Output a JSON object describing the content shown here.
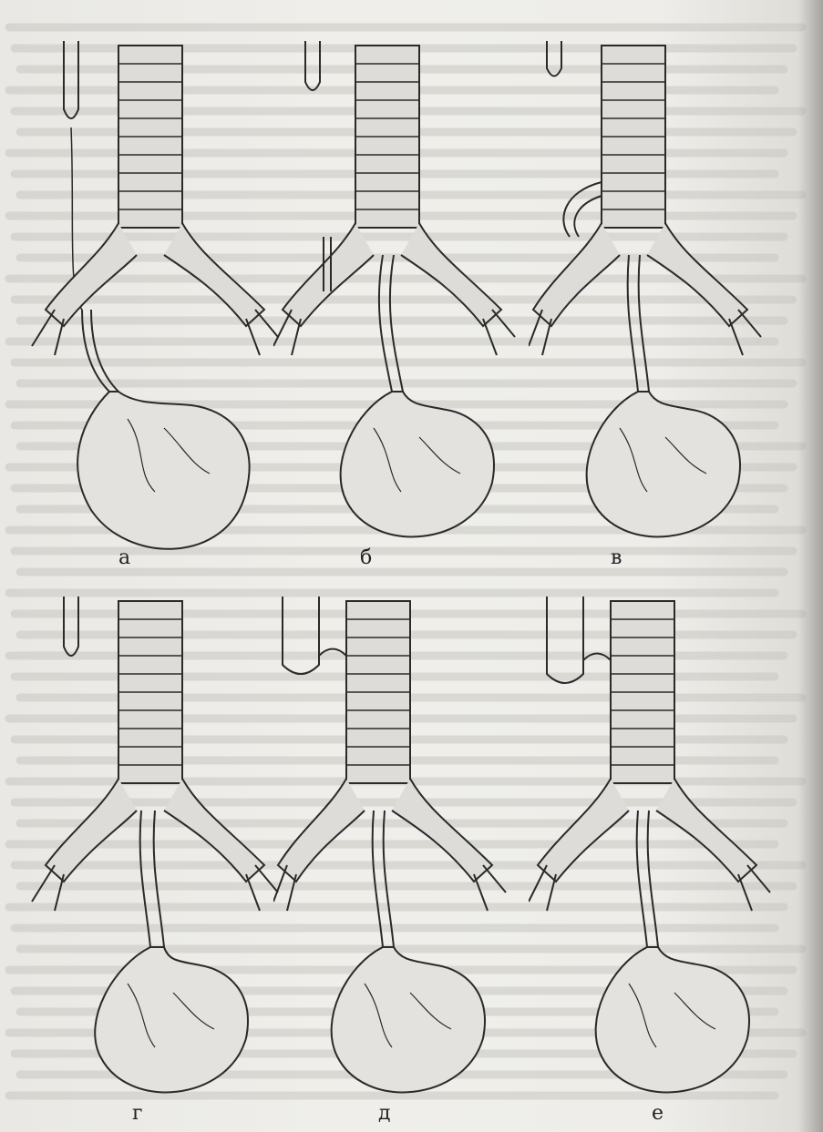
{
  "figure": {
    "panels": [
      {
        "id": "a",
        "label": "а"
      },
      {
        "id": "b",
        "label": "б"
      },
      {
        "id": "v",
        "label": "в"
      },
      {
        "id": "g",
        "label": "г"
      },
      {
        "id": "d",
        "label": "д"
      },
      {
        "id": "e",
        "label": "е"
      }
    ],
    "colors": {
      "ink": "#2a2a2a",
      "shade": "#bdbab4",
      "paper": "#efeeea"
    }
  }
}
